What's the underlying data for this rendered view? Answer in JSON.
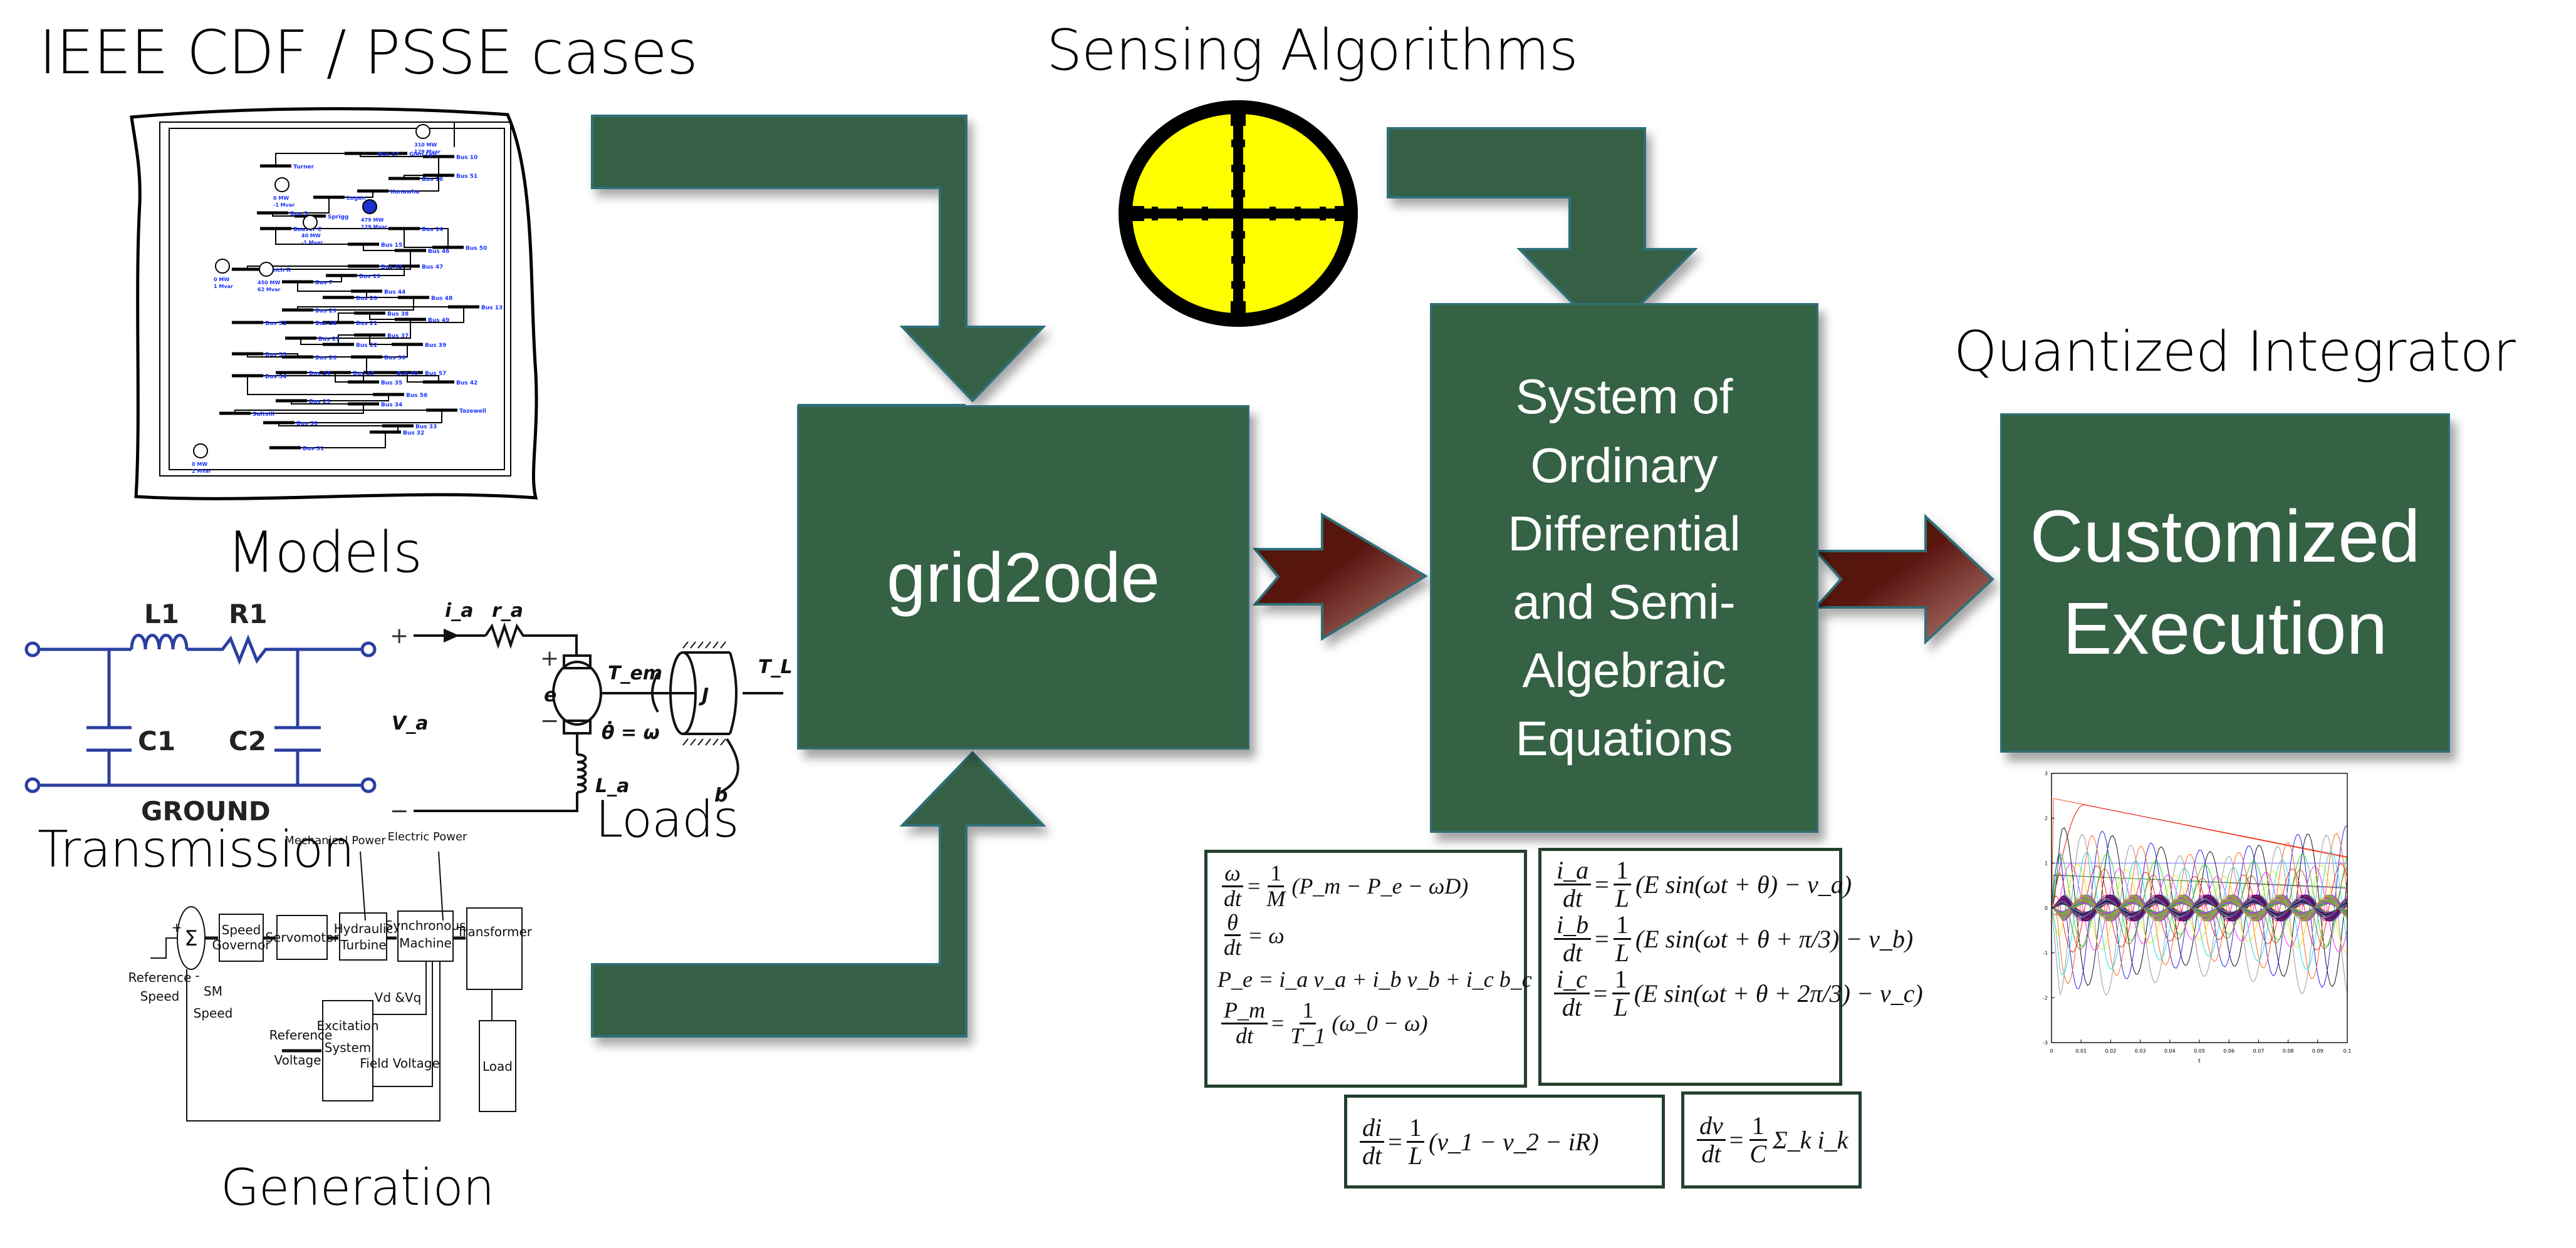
{
  "titles": {
    "ieee_cdf": "IEEE CDF / PSSE cases",
    "sensing": "Sensing Algorithms",
    "models": "Models",
    "transmission": "Transmission",
    "loads": "Loads",
    "generation": "Generation",
    "quantized_integrator": "Quantized Integrator"
  },
  "blocks": {
    "grid2ode": "grid2ode",
    "ode_system": [
      "System of",
      "Ordinary",
      "Differential",
      "and Semi-",
      "Algebraic",
      "Equations"
    ],
    "execution": [
      "Customized",
      "Execution"
    ]
  },
  "colors": {
    "block_fill": "#356145",
    "block_border": "#2f6f78",
    "red_arrow_dark": "#5a1610",
    "red_arrow_light": "#b07a70",
    "scope_yellow": "#ffff00",
    "circuit_blue": "#2b3fa0"
  },
  "power_grid": {
    "buses": [
      "Turner",
      "Glen Lyn",
      "Bus 17",
      "Bus 10",
      "Bus 16",
      "Bus 51",
      "Kanawha",
      "Logan",
      "Bus 5",
      "Sprigg",
      "Bus 14",
      "Bus 50",
      "Beaver C",
      "Bus 15",
      "Bus 46",
      "Clinch R",
      "Bus 45",
      "Bus 47",
      "Bus 19",
      "Bus 7",
      "Bus 44",
      "Bus 20",
      "Bus 48",
      "Bus 29",
      "Bus 13",
      "Bus 52",
      "Bus 28",
      "Bus 21",
      "Bus 38",
      "Bus 49",
      "Bus 27",
      "Bus 22",
      "Bus 37",
      "Bus 39",
      "Bus 26",
      "Bus 53",
      "Bus 36",
      "Bus 24",
      "Bus 23",
      "Bus 35",
      "Bus 40",
      "Bus 57",
      "Bus 42",
      "Bus 54",
      "Bus 56",
      "Bus 25",
      "Bus 34",
      "Saltvill",
      "Tazewell",
      "Bus 30",
      "Bus 33",
      "Bus 32",
      "Bus 31"
    ],
    "generators": [
      {
        "name": "Glen Lyn",
        "mw": "310 MW",
        "mvar": "129 Mvar"
      },
      {
        "name": "Turner",
        "mw": "0 MW",
        "mvar": "-1 Mvar"
      },
      {
        "name": "Kanawha",
        "mw": "479 MW",
        "mvar": "129 Mvar"
      },
      {
        "name": "Logan",
        "mw": "40 MW",
        "mvar": "-1 Mvar"
      },
      {
        "name": "Beaver C",
        "mw": "450 MW",
        "mvar": "62 Mvar"
      },
      {
        "name": "Beaver C 2",
        "mw": "0 MW",
        "mvar": "1 Mvar"
      },
      {
        "name": "Saltvill",
        "mw": "0 MW",
        "mvar": "2 Mvar"
      }
    ]
  },
  "transmission_circuit": {
    "labels": [
      "L1",
      "R1",
      "C1",
      "C2"
    ],
    "ground_label": "GROUND"
  },
  "motor_circuit": {
    "labels": [
      "i_a",
      "r_a",
      "V_a",
      "e",
      "L_a",
      "T_em",
      "θ̇ = ω",
      "J",
      "T_L",
      "b",
      "+",
      "−",
      "+",
      "−"
    ]
  },
  "generation_diagram": {
    "blocks": [
      [
        "Speed",
        "Governor"
      ],
      [
        "Servomotor"
      ],
      [
        "Hydraulic",
        "Turbine"
      ],
      [
        "Synchronous",
        "Machine"
      ],
      [
        "Transformer"
      ],
      [
        "Load"
      ],
      [
        "Excitation",
        "System"
      ]
    ],
    "sum_symbol": "Σ",
    "annotations": {
      "mechanical_power": "Mechanical Power",
      "electric_power": "Electric Power",
      "reference_speed": [
        "Reference",
        "Speed"
      ],
      "sm_speed": [
        "SM",
        "Speed"
      ],
      "vd_vq": "Vd &Vq",
      "reference_voltage": [
        "Reference",
        "Voltage"
      ],
      "field_voltage": "Field Voltage",
      "plus": "+",
      "minus": "-"
    }
  },
  "equations": {
    "box1": [
      {
        "lhs_num": "ω",
        "lhs_den": "dt",
        "rhs_num": "1",
        "rhs_den": "M",
        "rhs": "(P_m − P_e − ωD)"
      },
      {
        "lhs_num": "θ",
        "lhs_den": "dt",
        "rhs": "= ω"
      },
      {
        "text": "P_e = i_a v_a + i_b v_b + i_c b_c"
      },
      {
        "lhs_num": "P_m",
        "lhs_den": "dt",
        "rhs_num": "1",
        "rhs_den": "T_1",
        "rhs": "(ω_0 − ω)"
      }
    ],
    "box2": [
      {
        "lhs_num": "i_a",
        "lhs_den": "dt",
        "rhs_num": "1",
        "rhs_den": "L",
        "rhs": "(E sin(ωt + θ) − v_a)"
      },
      {
        "lhs_num": "i_b",
        "lhs_den": "dt",
        "rhs_num": "1",
        "rhs_den": "L",
        "rhs": "(E sin(ωt + θ + π/3) − v_b)"
      },
      {
        "lhs_num": "i_c",
        "lhs_den": "dt",
        "rhs_num": "1",
        "rhs_den": "L",
        "rhs": "(E sin(ωt + θ + 2π/3) − v_c)"
      }
    ],
    "box3": {
      "lhs_num": "di",
      "lhs_den": "dt",
      "rhs_num": "1",
      "rhs_den": "L",
      "rhs": "(v_1 − v_2 − iR)"
    },
    "box4": {
      "lhs_num": "dv",
      "lhs_den": "dt",
      "rhs_num": "1",
      "rhs_den": "C",
      "rhs": "Σ_k i_k"
    }
  },
  "chart_data": {
    "type": "line",
    "title": "",
    "xlabel": "t",
    "ylabel": "",
    "xlim": [
      0,
      0.1
    ],
    "ylim": [
      -3,
      3
    ],
    "x_ticks": [
      "0",
      "0.01",
      "0.02",
      "0.03",
      "0.04",
      "0.05",
      "0.06",
      "0.07",
      "0.08",
      "0.09",
      "0.1"
    ],
    "y_ticks": [
      "3",
      "2",
      "1",
      "0",
      "-1",
      "-2",
      "-3"
    ],
    "grid": false,
    "legend": "none",
    "series_description": "Many overlapping state trajectories (~200 series) of a simulated power grid",
    "series": [
      {
        "name": "decay-orange",
        "color": "#ff5a1f",
        "kind": "decay",
        "start": 2.45,
        "end": 1.12,
        "rise_t": 0.0005
      },
      {
        "name": "decay-red",
        "color": "#ee1111",
        "kind": "decay_rise",
        "start": 0.0,
        "peak": 2.3,
        "peak_t": 0.011,
        "end": 1.14
      },
      {
        "name": "flat-blue",
        "color": "#6a6aff",
        "kind": "const",
        "value": 1.0
      },
      {
        "name": "decay-violet",
        "color": "#9933cc",
        "kind": "decay",
        "start": 0.74,
        "end": 0.44,
        "rise_t": 0.0005
      },
      {
        "name": "decay-green",
        "color": "#33aa33",
        "kind": "decay",
        "start": 0.73,
        "end": 0.46,
        "rise_t": 0.0005
      },
      {
        "name": "osc-black-1",
        "color": "#111111",
        "kind": "osc",
        "amp": 1.8,
        "period": 0.0165,
        "phase": 0.0,
        "offset": 0.0
      },
      {
        "name": "osc-blue-1",
        "color": "#2222ee",
        "kind": "osc",
        "amp": 1.85,
        "period": 0.0165,
        "phase": 1.3,
        "offset": 0.0
      },
      {
        "name": "osc-orange-1",
        "color": "#ff6622",
        "kind": "osc",
        "amp": 1.7,
        "period": 0.0165,
        "phase": 2.6,
        "offset": 0.0
      },
      {
        "name": "osc-gray-1",
        "color": "#999999",
        "kind": "osc",
        "amp": 1.9,
        "period": 0.0165,
        "phase": 3.9,
        "offset": -0.2
      },
      {
        "name": "osc-green-1",
        "color": "#22dd22",
        "kind": "osc",
        "amp": 1.1,
        "period": 0.0165,
        "phase": 0.7,
        "offset": 0.2
      },
      {
        "name": "osc-red-1",
        "color": "#ee2222",
        "kind": "osc",
        "amp": 1.0,
        "period": 0.0165,
        "phase": 2.0,
        "offset": 0.0
      },
      {
        "name": "osc-yellow-1",
        "color": "#e6e600",
        "kind": "osc",
        "amp": 1.0,
        "period": 0.0165,
        "phase": 4.5,
        "offset": 0.0
      },
      {
        "name": "osc-magenta-1",
        "color": "#ff22ff",
        "kind": "osc",
        "amp": 1.0,
        "period": 0.0165,
        "phase": 5.4,
        "offset": 0.0
      },
      {
        "name": "osc-cyan-1",
        "color": "#22dddd",
        "kind": "osc",
        "amp": 1.4,
        "period": 0.0165,
        "phase": 3.3,
        "offset": -0.1
      },
      {
        "name": "osc-brown-1",
        "color": "#aa6622",
        "kind": "osc",
        "amp": 0.95,
        "period": 0.0165,
        "phase": 1.0,
        "offset": 0.0
      },
      {
        "name": "band-dense",
        "color": "multi",
        "kind": "band",
        "amp": 0.3,
        "period": 0.0165,
        "count": 120
      }
    ]
  }
}
